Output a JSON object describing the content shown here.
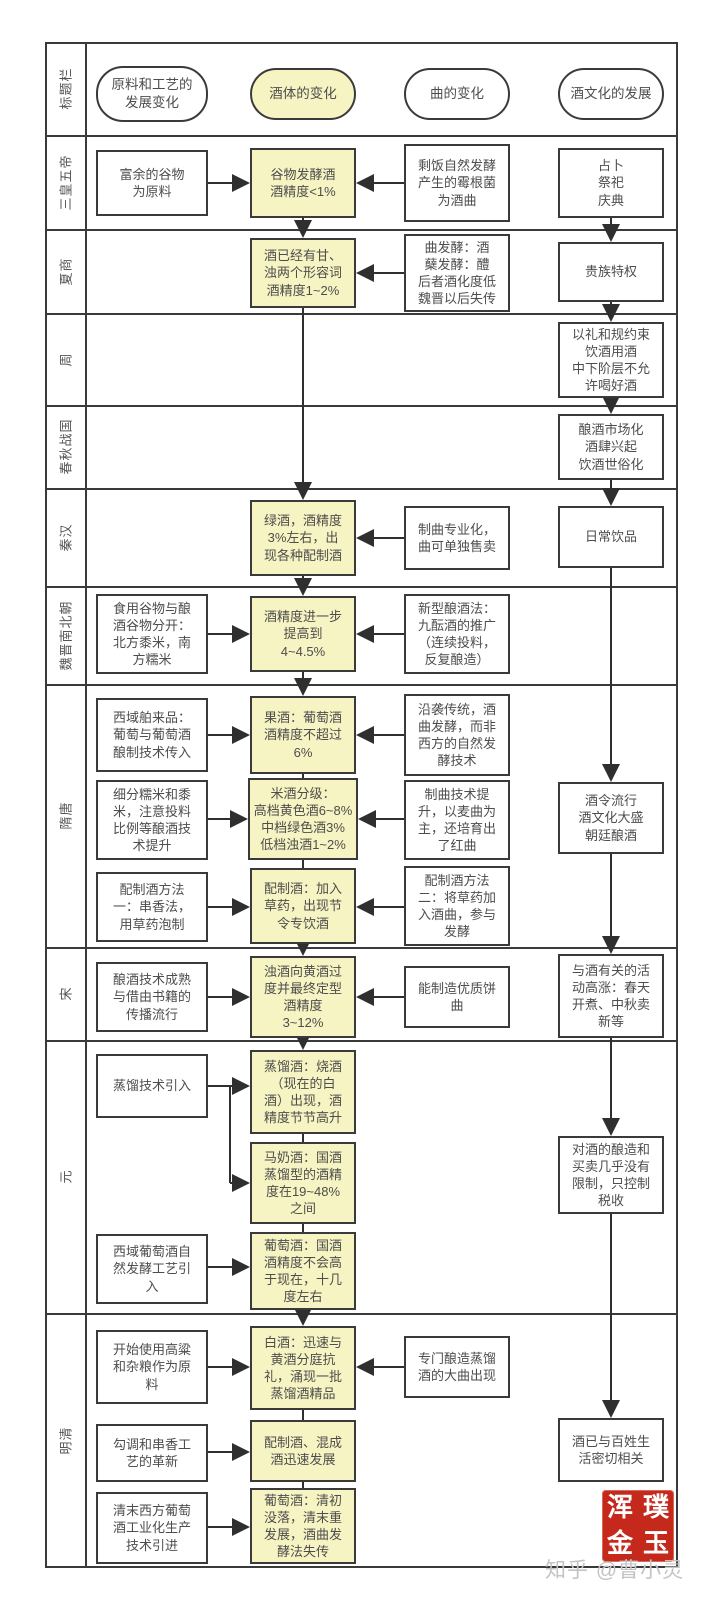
{
  "rail": {
    "header": "标题栏",
    "eras": [
      "三皇五帝",
      "夏商",
      "周",
      "春秋战国",
      "秦汉",
      "魏晋南北朝",
      "隋唐",
      "宋",
      "元",
      "明清"
    ]
  },
  "headers": {
    "material": "原料和工艺的\n发展变化",
    "body": "酒体的变化",
    "qu": "曲的变化",
    "culture": "酒文化的发展"
  },
  "nodes": {
    "sh_c1": "富余的谷物\n为原料",
    "sh_c2": "谷物发酵酒\n酒精度<1%",
    "sh_c3": "剩饭自然发酵\n产生的霉根菌\n为酒曲",
    "sh_c4": "占卜\n祭祀\n庆典",
    "xs_c2": "酒已经有甘、\n浊两个形容词\n酒精度1~2%",
    "xs_c3": "曲发酵：酒\n蘖发酵：醴\n后者酒化度低\n魏晋以后失传",
    "xs_c4": "贵族特权",
    "zhou_c4": "以礼和规约束\n饮酒用酒\n中下阶层不允\n许喝好酒",
    "cq_c4": "酿酒市场化\n酒肆兴起\n饮酒世俗化",
    "qh_c2": "绿酒，酒精度\n3%左右，出\n现各种配制酒",
    "qh_c3": "制曲专业化，\n曲可单独售卖",
    "qh_c4": "日常饮品",
    "wj_c1": "食用谷物与酿\n酒谷物分开：\n北方黍米，南\n方糯米",
    "wj_c2": "酒精度进一步\n提高到\n4~4.5%",
    "wj_c3": "新型酿酒法：\n九酝酒的推广\n（连续投料，\n反复酿造）",
    "st1_c1": "西域舶来品：\n葡萄与葡萄酒\n酿制技术传入",
    "st1_c2": "果酒：葡萄酒\n酒精度不超过\n6%",
    "st1_c3": "沿袭传统，酒\n曲发酵，而非\n西方的自然发\n酵技术",
    "st2_c1": "细分糯米和黍\n米，注意投料\n比例等酿酒技\n术提升",
    "st2_c2": "米酒分级：\n高档黄色酒6~8%\n中档绿色酒3%\n低档浊酒1~2%",
    "st2_c3": "制曲技术提\n升，以麦曲为\n主，还培育出\n了红曲",
    "st2_c4": "酒令流行\n酒文化大盛\n朝廷酿酒",
    "st3_c1": "配制酒方法\n一：串香法，\n用草药泡制",
    "st3_c2": "配制酒：加入\n草药，出现节\n令专饮酒",
    "st3_c3": "配制酒方法\n二：将草药加\n入酒曲，参与\n发酵",
    "song_c1": "酿酒技术成熟\n与借由书籍的\n传播流行",
    "song_c2": "浊酒向黄酒过\n度并最终定型\n酒精度\n3~12%",
    "song_c3": "能制造优质饼\n曲",
    "song_c4": "与酒有关的活\n动高涨：春天\n开煮、中秋卖\n新等",
    "yuan1_c1": "蒸馏技术引入",
    "yuan1_c2": "蒸馏酒：烧酒\n（现在的白\n酒）出现，酒\n精度节节高升",
    "yuan2_c2": "马奶酒：国酒\n蒸馏型的酒精\n度在19~48%\n之间",
    "yuan3_c1": "西域葡萄酒自\n然发酵工艺引\n入",
    "yuan3_c2": "葡萄酒：国酒\n酒精度不会高\n于现在，十几\n度左右",
    "yuan_c4": "对酒的酿造和\n买卖几乎没有\n限制，只控制\n税收",
    "ming1_c1": "开始使用高粱\n和杂粮作为原\n料",
    "ming1_c2": "白酒：迅速与\n黄酒分庭抗\n礼，涌现一批\n蒸馏酒精品",
    "ming1_c3": "专门酿造蒸馏\n酒的大曲出现",
    "ming2_c1": "勾调和串香工\n艺的革新",
    "ming2_c2": "配制酒、混成\n酒迅速发展",
    "ming2_c4": "酒已与百姓生\n活密切相关",
    "ming3_c1": "清末西方葡萄\n酒工业化生产\n技术引进",
    "ming3_c2": "葡萄酒：清初\n没落，清末重\n发展，酒曲发\n酵法失传"
  },
  "seal": {
    "tl": "浑",
    "tr": "璞",
    "bl": "金",
    "br": "玉"
  },
  "watermark": "知乎 @曹小灵",
  "colors": {
    "highlight": "#f6f4c2",
    "line": "#3a3a3a",
    "text": "#4d4d4d",
    "seal_red": "#c5291c",
    "watermark_gray": "#c4c4c4"
  }
}
